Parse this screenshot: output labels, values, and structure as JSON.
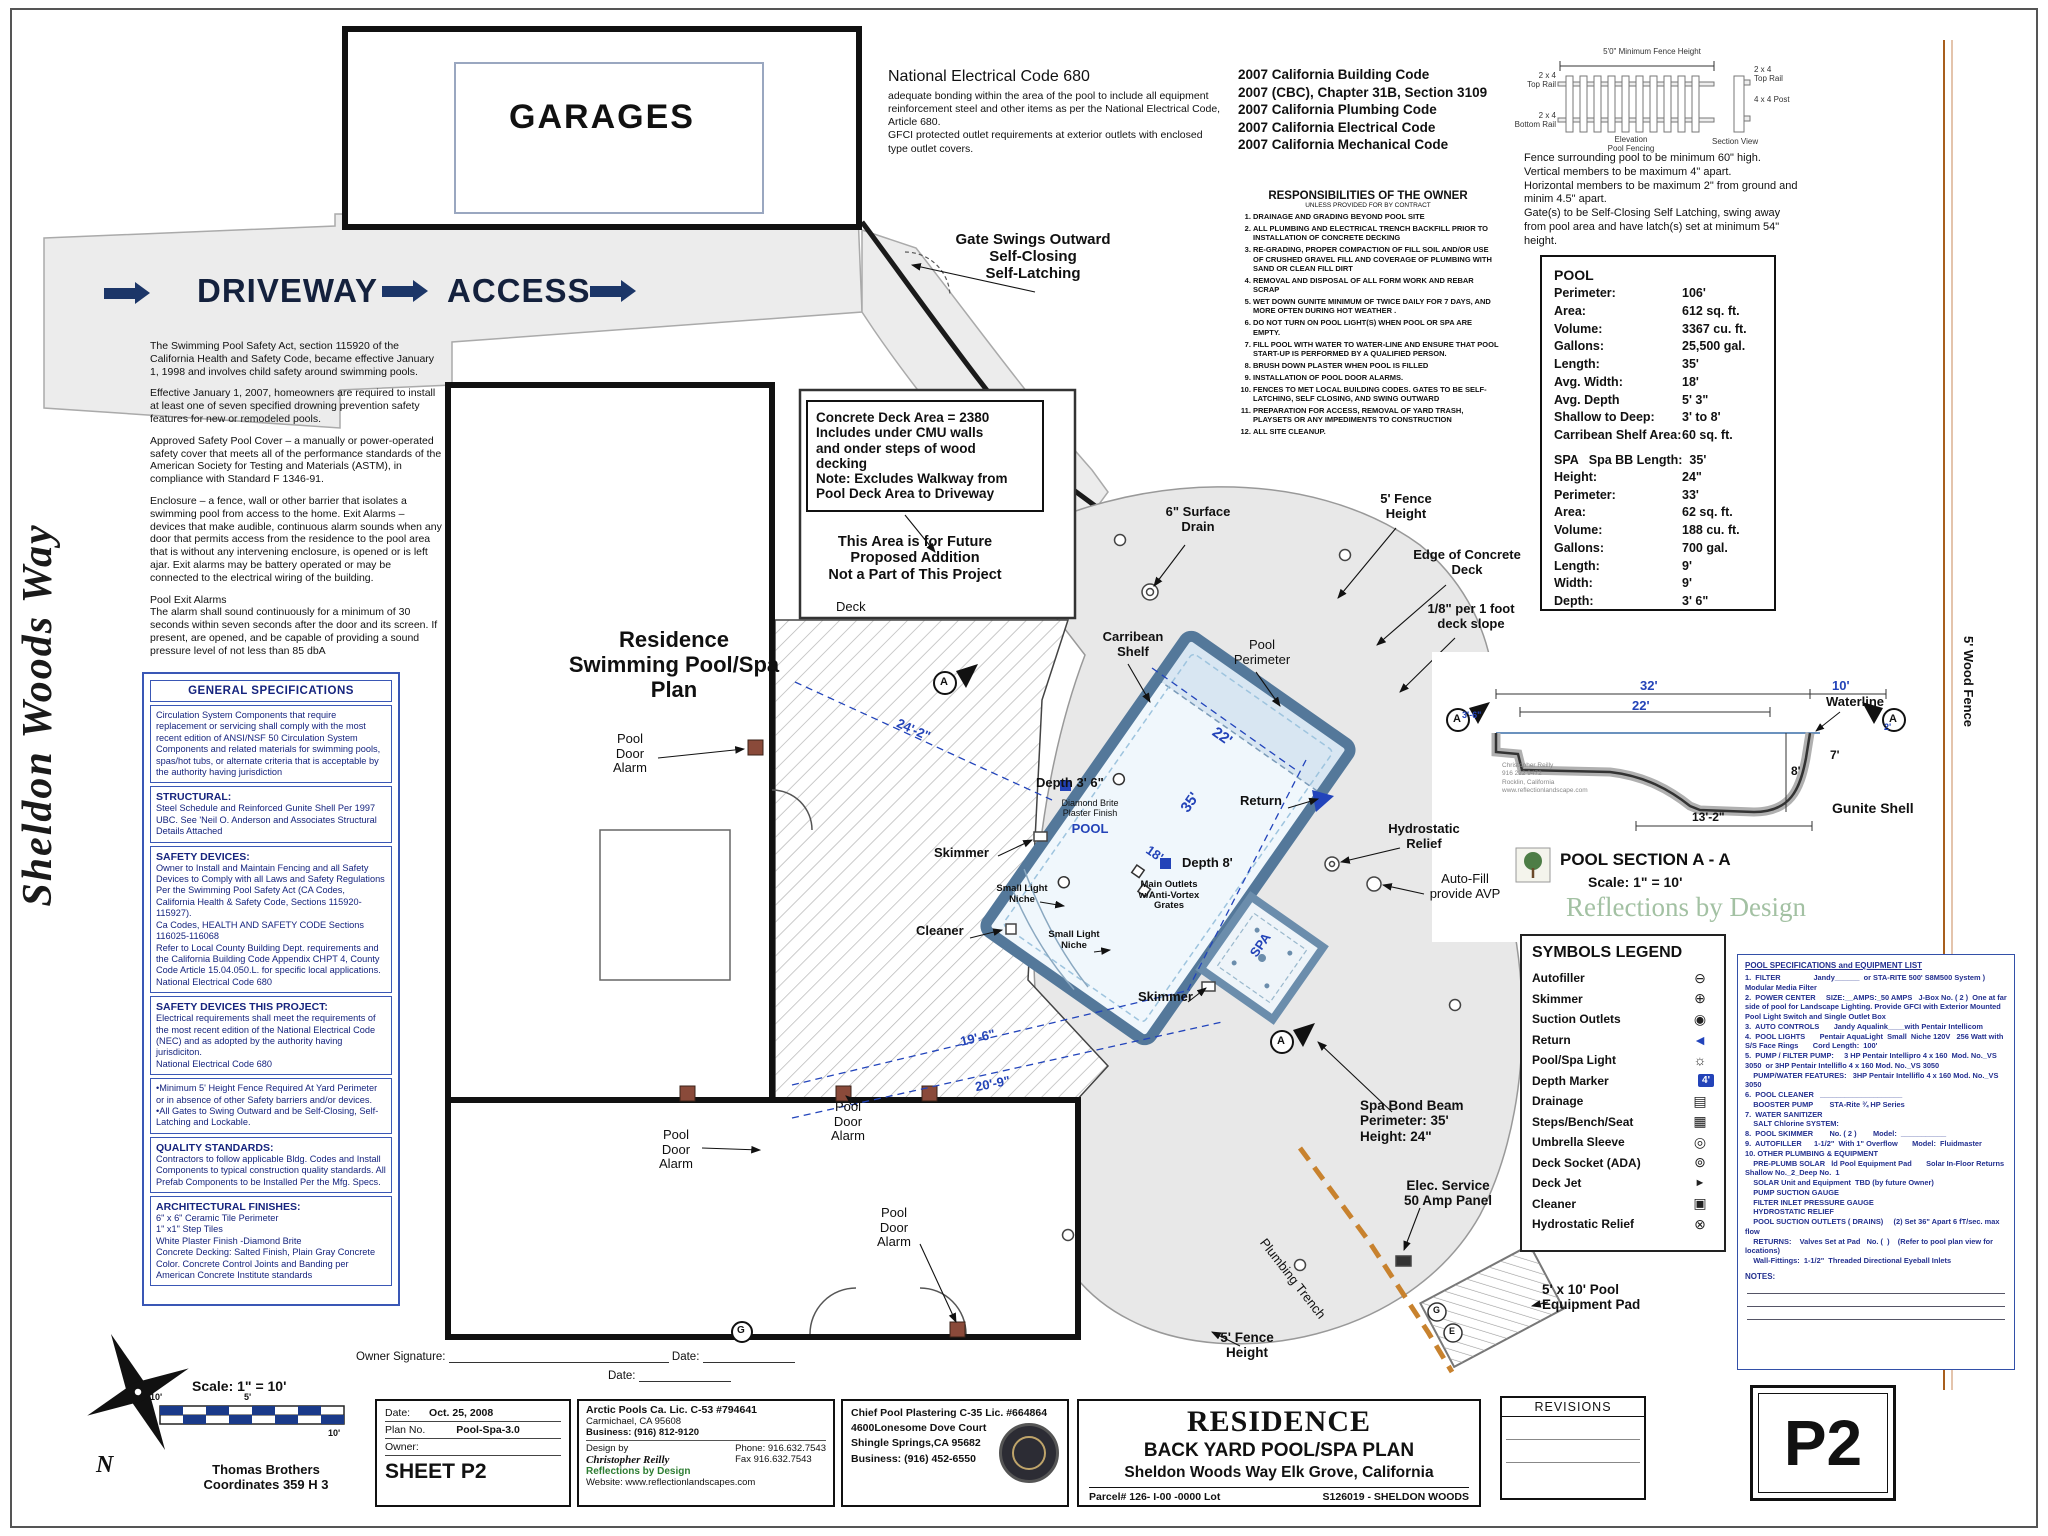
{
  "sheet": {
    "street_vertical": "Sheldon Woods Way",
    "right_fence_label": "5' Wood Fence"
  },
  "top": {
    "garages": "GARAGES",
    "driveway": "DRIVEWAY",
    "access": "ACCESS"
  },
  "safety_act_paragraphs": [
    "The Swimming Pool Safety Act, section 115920 of the California Health and Safety Code, became effective January 1, 1998 and involves child safety around swimming pools.",
    "Effective January 1, 2007, homeowners are required to install at least one of seven specified drowning prevention safety features for new or remodeled pools.",
    "Approved Safety Pool Cover – a manually or power-operated safety cover that meets all of the performance standards of the American Society for Testing and Materials (ASTM), in compliance with Standard F 1346-91.",
    "Enclosure – a fence, wall or other barrier that isolates a swimming pool from access to the home. Exit Alarms – devices that make audible, continuous alarm sounds when any door that permits access from the residence to the pool area that is without any intervening enclosure, is opened or is left ajar. Exit alarms may be battery operated or may be connected to the electrical wiring of the building.",
    "Pool Exit Alarms\nThe alarm shall sound continuously for a minimum of 30 seconds within seven seconds after the door and its screen. If present, are opened, and be capable of providing a sound pressure level of not less than 85 dbA"
  ],
  "general_specs": {
    "sections": [
      {
        "title": "GENERAL SPECIFICATIONS",
        "body": ""
      },
      {
        "title": "",
        "body": "Circulation System Components that require replacement or servicing shall comply with the most recent edition of ANSI/NSF 50 Circulation System Components and related materials for swimming pools, spas/hot tubs, or alternate criteria that is acceptable by the authority having jurisdiction"
      },
      {
        "title": "STRUCTURAL:",
        "body": "Steel Schedule and Reinforced Gunite Shell Per 1997 UBC. See 'Neil  O. Anderson and Associates Structural Details  Attached"
      },
      {
        "title": "SAFETY DEVICES:",
        "body": "Owner to Install and Maintain Fencing and all Safety Devices to Comply with all Laws and Safety Regulations Per the Swimming Pool Safety Act (CA Codes, California Health & Safety Code, Sections 115920-115927).\nCa Codes, HEALTH AND SAFETY CODE Sections 116025-116068\nRefer to Local County Building Dept. requirements and the California Building Code Appendix CHPT 4, County Code Article 15.04.050.L. for specific local applications.\nNational Electrical Code 680"
      },
      {
        "title": "SAFETY DEVICES THIS PROJECT:",
        "body": "Electrical requirements shall meet the requirements of the most recent edition of the National Electrical Code (NEC) and as adopted by the authority having jurisdiciton.\nNational Electrical Code 680"
      },
      {
        "title": "",
        "body": "•Minimum 5' Height Fence Required At Yard Perimeter or in absence of other Safety barriers and/or devices.\n•All Gates to Swing Outward and  be Self-Closing, Self-Latching and Lockable."
      },
      {
        "title": "QUALITY STANDARDS:",
        "body": "Contractors to follow applicable Bldg. Codes and Install Components to typical construction quality standards. All Prefab Components to be Installed Per the Mfg. Specs."
      },
      {
        "title": "ARCHITECTURAL FINISHES:",
        "body": "6\" x 6\" Ceramic Tile Perimeter\n1\" x1\" Step Tiles\nWhite Plaster Finish -Diamond Brite\nConcrete Decking:  Salted Finish, Plain Gray Concrete Color.  Concrete Control Joints and Banding per American Concrete Institute standards"
      }
    ]
  },
  "nec": {
    "title": "National Electrical Code 680",
    "body": "adequate bonding within the area of the pool to include all equipment reinforcement steel and other items as per the National Electrical Code, Article  680.\nGFCI protected outlet requirements at exterior outlets with enclosed type outlet covers."
  },
  "codes": [
    "2007 California Building Code",
    "2007  (CBC), Chapter 31B, Section 3109",
    "2007 California Plumbing Code",
    "2007 California Electrical Code",
    "2007 California Mechanical Code"
  ],
  "responsibilities": {
    "title": "RESPONSIBILITIES OF THE OWNER",
    "subtitle": "UNLESS PROVIDED FOR BY CONTRACT",
    "items": [
      "DRAINAGE AND GRADING BEYOND POOL SITE",
      "ALL PLUMBING AND ELECTRICAL TRENCH BACKFILL PRIOR TO INSTALLATION OF CONCRETE DECKING",
      "RE-GRADING, PROPER COMPACTION OF FILL SOIL AND/OR USE OF CRUSHED GRAVEL FILL AND COVERAGE OF PLUMBING WITH SAND OR CLEAN FILL DIRT",
      "REMOVAL AND DISPOSAL OF ALL FORM  WORK AND REBAR SCRAP",
      "WET DOWN GUNITE MINIMUM OF  TWICE DAILY FOR 7 DAYS, AND MORE OFTEN DURING HOT WEATHER .",
      "DO NOT TURN ON POOL LIGHT(S) WHEN POOL OR SPA ARE EMPTY.",
      "FILL POOL WITH WATER TO WATER-LINE AND ENSURE THAT POOL START-UP IS PERFORMED BY A QUALIFIED PERSON.",
      "BRUSH DOWN PLASTER WHEN POOL IS FILLED",
      "INSTALLATION OF POOL DOOR ALARMS.",
      "FENCES TO MET LOCAL BUILDING CODES. GATES TO BE SELF-LATCHING, SELF CLOSING, AND SWING OUTWARD",
      "PREPARATION FOR ACCESS, REMOVAL OF YARD TRASH, PLAYSETS OR ANY IMPEDIMENTS TO CONSTRUCTION",
      "ALL SITE CLEANUP."
    ]
  },
  "fence": {
    "note": "Fence surrounding pool to be minimum 60\" high.\nVertical members to be maximum 4\" apart.\nHorizontal members to be maximum 2\" from ground and minim 4.5\" apart.\nGate(s) to be Self-Closing Self Latching, swing away from pool area and have latch(s) set at minimum 54\" height.",
    "detail": {
      "height_label": "5'0\" Minimum Fence Height",
      "top_rail": "2 x 4\nTop Rail",
      "bottom_rail": "2 x 4\nBottom Rail",
      "top_rail_right": "2 x 4\nTop Rail",
      "post": "4 x 4 Post",
      "elevation": "Elevation\nPool Fencing",
      "section_view": "Section View"
    }
  },
  "pool_specs": {
    "title": "POOL",
    "rows": [
      {
        "label": "Perimeter:",
        "value": "106'"
      },
      {
        "label": "Area:",
        "value": "612 sq. ft."
      },
      {
        "label": "Volume:",
        "value": "3367 cu. ft."
      },
      {
        "label": "Gallons:",
        "value": "25,500 gal."
      },
      {
        "label": "Length:",
        "value": "35'"
      },
      {
        "label": "Avg. Width:",
        "value": "18'"
      },
      {
        "label": "Avg. Depth",
        "value": "5' 3\""
      },
      {
        "label": "Shallow to Deep:",
        "value": "3' to 8'"
      },
      {
        "label": "Carribean Shelf Area:",
        "value": "60 sq. ft."
      }
    ],
    "spa_title": "SPA   Spa BB Length:  35'",
    "spa_rows": [
      {
        "label": "Height:",
        "value": "24\""
      },
      {
        "label": "Perimeter:",
        "value": "33'"
      },
      {
        "label": "Area:",
        "value": "62 sq. ft."
      },
      {
        "label": "Volume:",
        "value": "188 cu. ft."
      },
      {
        "label": "Gallons:",
        "value": "700 gal."
      },
      {
        "label": "Length:",
        "value": "9'"
      },
      {
        "label": "Width:",
        "value": "9'"
      },
      {
        "label": "Depth:",
        "value": "3' 6\""
      }
    ]
  },
  "plan": {
    "gate_note": "Gate Swings Outward\nSelf-Closing\nSelf-Latching",
    "concrete_note": "Concrete Deck Area = 2380\nIncludes under CMU walls\nand onder steps of  wood\ndecking\nNote: Excludes Walkway from\nPool Deck Area to Driveway",
    "future_note": "This Area is for Future\nProposed Addition\nNot a Part of This Project",
    "deck": "Deck",
    "residence_title": "Residence\nSwimming Pool/Spa Plan",
    "surface_drain": "6\" Surface\nDrain",
    "fence_height_top": "5' Fence\nHeight",
    "edge_concrete": "Edge of Concrete\nDeck",
    "deck_slope": "1/8\" per 1 foot\ndeck slope",
    "carribean_shelf": "Carribean\nShelf",
    "pool_perimeter": "Pool\nPerimeter",
    "pool_door_alarm": "Pool\nDoor\nAlarm",
    "depth_shallow": "Depth 3' 6\"",
    "plaster": "Diamond Brite\nPlaster Finish",
    "pool_word": "POOL",
    "skimmer": "Skimmer",
    "return_label": "Return",
    "hydrostatic": "Hydrostatic\nRelief",
    "depth_deep": "Depth 8'",
    "autofill": "Auto-Fill\nprovide AVP",
    "small_light_niche": "Small Light\nNiche",
    "main_outlets": "Main Outlets\nw/Anti-Vortex\nGrates",
    "cleaner": "Cleaner",
    "spa_word": "SPA",
    "spa_bond": "Spa Bond Beam\nPerimeter: 35'\nHeight:   24\"",
    "elec_service": "Elec. Service\n50 Amp Panel",
    "plumbing_trench": "Plumbing Trench",
    "equipment_pad": "5' x 10'  Pool\nEquipment Pad",
    "fence_height_bottom": "5' Fence\nHeight",
    "marker_a": "A",
    "marker_g": "G",
    "marker_e": "E",
    "dims": {
      "d1": "24'-2\"",
      "d2": "22'",
      "d3": "35'",
      "d4": "19'-6\"",
      "d5": "20'-9\"",
      "d6": "18'"
    }
  },
  "section": {
    "title": "POOL SECTION A - A",
    "scale": "Scale: 1\" = 10'",
    "waterline": "Waterline",
    "gunite": "Gunite Shell",
    "watermark": "Reflections by Design",
    "credit": "Christopher Reilly\n916 222 9472\nRocklin, California\nwww.reflectionlandscape.com",
    "marker_a": "A",
    "dims": {
      "overall": "32'",
      "inner": "22'",
      "right": "10'",
      "left_small": "3'-6\"",
      "edge": "2'",
      "deep": "8'",
      "right_depth": "7'",
      "bottom": "13'-2\""
    }
  },
  "legend": {
    "title": "SYMBOLS LEGEND",
    "rows": [
      {
        "label": "Autofiller",
        "icon": "⊖"
      },
      {
        "label": "Skimmer",
        "icon": "⊕"
      },
      {
        "label": "Suction Outlets",
        "icon": "◉"
      },
      {
        "label": "Return",
        "icon": "◄"
      },
      {
        "label": "Pool/Spa Light",
        "icon": "☼"
      },
      {
        "label": "Depth Marker",
        "icon": "4'"
      },
      {
        "label": "Drainage",
        "icon": "▤"
      },
      {
        "label": "Steps/Bench/Seat",
        "icon": "▦"
      },
      {
        "label": "Umbrella Sleeve",
        "icon": "◎"
      },
      {
        "label": "Deck Socket (ADA)",
        "icon": "⊚"
      },
      {
        "label": "Deck Jet",
        "icon": "►"
      },
      {
        "label": "Cleaner",
        "icon": "▣"
      },
      {
        "label": "Hydrostatic Relief",
        "icon": "⊗"
      }
    ]
  },
  "equipment": {
    "title": "POOL SPECIFICATIONS and EQUIPMENT LIST",
    "lines": [
      "1.  FILTER                Jandy______  or STA-RITE 500' S8M500 System ) Modular Media Filter",
      "2.  POWER CENTER     SIZE:__AMPS:_50 AMPS   J-Box No. ( 2 )  One at far side of pool for Landscape Lighting. Provide GFCI with Exterior Mounted Pool Light Switch and Single Outlet Box",
      "3.  AUTO CONTROLS       Jandy Aqualink____with Pentair Intellicom",
      "4.  POOL LIGHTS       Pentair AquaLight  Small  Niche 120V   256 Watt with S/S Face Rings       Cord Length:  100'",
      "5.  PUMP / FILTER PUMP:     3 HP Pentair Intellipro 4 x 160  Mod. No._VS 3050  or 3HP Pentair Intelliflo 4 x 160 Mod. No._VS 3050",
      "    PUMP/WATER FEATURES:   3HP Pentair Intelliflo 4 x 160 Mod. No._VS 3050",
      "6.  POOL CLEANER   ____________________",
      "    BOOSTER PUMP        STA-Rite ¾ HP Series",
      "7.  WATER SANITIZER",
      "    SALT Chlorine SYSTEM:",
      "8.  POOL SKIMMER        No. ( 2 )        Model:  ___________",
      "9.  AUTOFILLER      1-1/2\"  With 1\" Overflow       Model:  Fluidmaster",
      "10. OTHER PLUMBING & EQUIPMENT",
      "    PRE-PLUMB SOLAR   ld Pool Equipment Pad       Solar In-Floor Returns  Shallow No._2_Deep No.  1",
      "    SOLAR Unit and Equipment  TBD (by future Owner)",
      "    PUMP SUCTION GAUGE",
      "    FILTER INLET PRESSURE GAUGE",
      "    HYDROSTATIC RELIEF",
      "    POOL SUCTION OUTLETS ( DRAINS)     (2) Set 36\" Apart 6 fT/sec. max flow",
      "    RETURNS:    Valves Set at Pad   No. (  )    (Refer to pool plan view for locations)",
      "    Wall-Fittings:  1-1/2\"  Threaded Directional Eyeball Inlets"
    ],
    "notes_label": "NOTES:"
  },
  "footer": {
    "scale_label": "Scale: 1\" = 10'",
    "scale_ticks": [
      "10'",
      "5'",
      "10'"
    ],
    "north": "N",
    "thomas": "Thomas Brothers\nCoordinates  359 H 3",
    "owner_signature": "Owner Signature:",
    "date_label": "Date:",
    "blockA": {
      "date_label": "Date:",
      "date": "Oct. 25, 2008",
      "plan_no_label": "Plan No.",
      "plan_no": "Pool-Spa-3.0",
      "owner_label": "Owner:",
      "sheet": "SHEET P2"
    },
    "blockB": {
      "line1": "Arctic Pools  Ca. Lic. C-53 #794641",
      "line2": "Carmichael, CA 95608",
      "line3": "Business: (916) 812-9120",
      "design_by": "Design by",
      "designer": "Christopher Reilly",
      "brand": "Reflections by Design",
      "phone": "Phone: 916.632.7543",
      "fax": "Fax  916.632.7543",
      "website": "Website: www.reflectionlandscapes.com"
    },
    "blockC": {
      "line1": "Chief Pool Plastering  C-35 Lic. #664864",
      "line2": "4600Lonesome Dove Court",
      "line3": "Shingle Springs,CA 95682",
      "line4": "Business: (916) 452-6550"
    },
    "blockD": {
      "title": "RESIDENCE",
      "subtitle": "BACK YARD POOL/SPA PLAN",
      "address": "Sheldon Woods Way    Elk Grove, California",
      "parcel": "Parcel# 126-     I-00  -0000     Lot",
      "tract": "S126019 - SHELDON WOODS"
    },
    "revisions": "REVISIONS",
    "big_sheet": "P2"
  }
}
